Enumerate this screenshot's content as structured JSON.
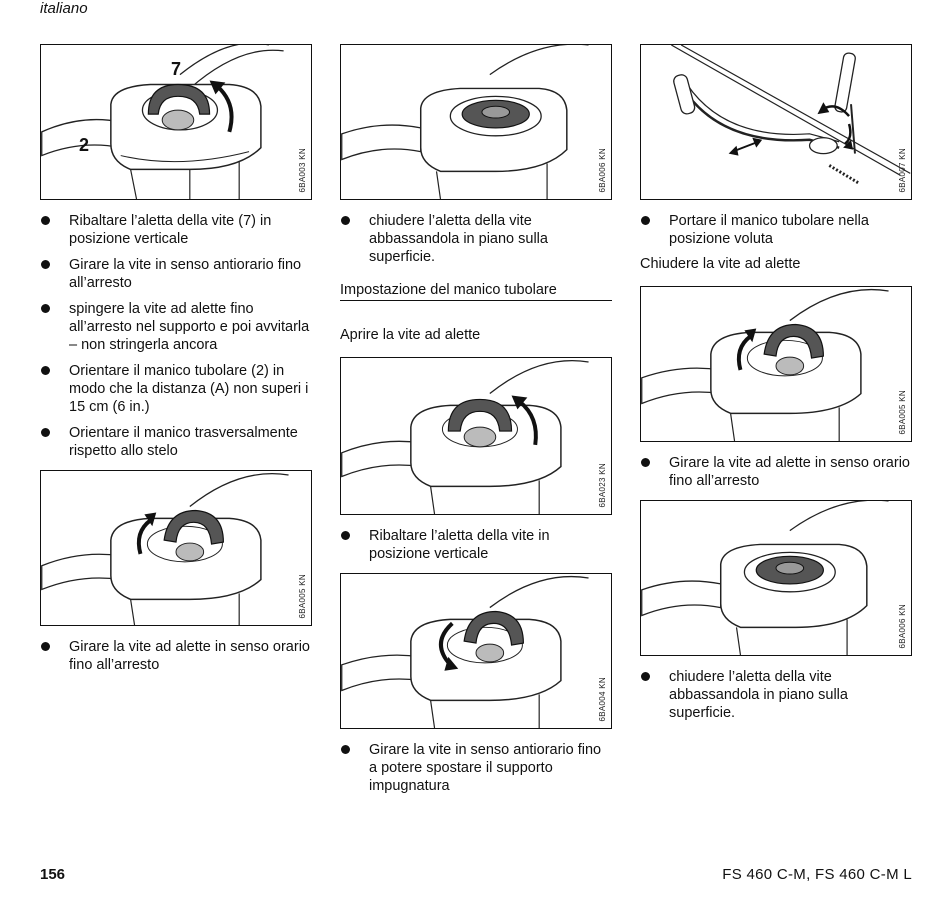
{
  "header": {
    "language": "italiano"
  },
  "columns": [
    {
      "figures": [
        {
          "code": "6BA003 KN",
          "callouts": [
            "7",
            "2"
          ]
        },
        {
          "code": "6BA005 KN"
        }
      ],
      "lists": [
        [
          "Ribaltare l’aletta della vite (7) in posizione verticale",
          "Girare la vite in senso antiorario fino all’arresto",
          "spingere la vite ad alette fino all’arresto nel supporto e poi avvitarla – non stringerla ancora",
          "Orientare il manico tubolare (2) in modo che la distanza (A) non superi i 15 cm (6 in.)",
          "Orientare il manico trasversalmente rispetto allo stelo"
        ],
        [
          "Girare la vite ad alette in senso orario fino all’arresto"
        ]
      ]
    },
    {
      "figures": [
        {
          "code": "6BA006 KN"
        },
        {
          "code": "6BA023 KN"
        },
        {
          "code": "6BA004 KN"
        }
      ],
      "lists": [
        [
          "chiudere l’aletta della vite abbassandola in piano sulla superficie."
        ],
        [
          "Ribaltare l’aletta della vite in posizione verticale"
        ],
        [
          "Girare la vite in senso antiorario fino a potere spostare il supporto impugnatura"
        ]
      ],
      "section_title": "Impostazione del manico tubolare",
      "subheading": "Aprire la vite ad alette"
    },
    {
      "figures": [
        {
          "code": "6BA007 KN"
        },
        {
          "code": "6BA005 KN"
        },
        {
          "code": "6BA006 KN"
        }
      ],
      "lists": [
        [
          "Portare il manico tubolare nella posizione voluta"
        ],
        [
          "Girare la vite ad alette in senso orario fino all’arresto"
        ],
        [
          "chiudere l’aletta della vite abbassandola in piano sulla superficie."
        ]
      ],
      "subheading": "Chiudere la vite ad alette"
    }
  ],
  "footer": {
    "page_number": "156",
    "model": "FS 460 C-M, FS 460 C-M L"
  }
}
